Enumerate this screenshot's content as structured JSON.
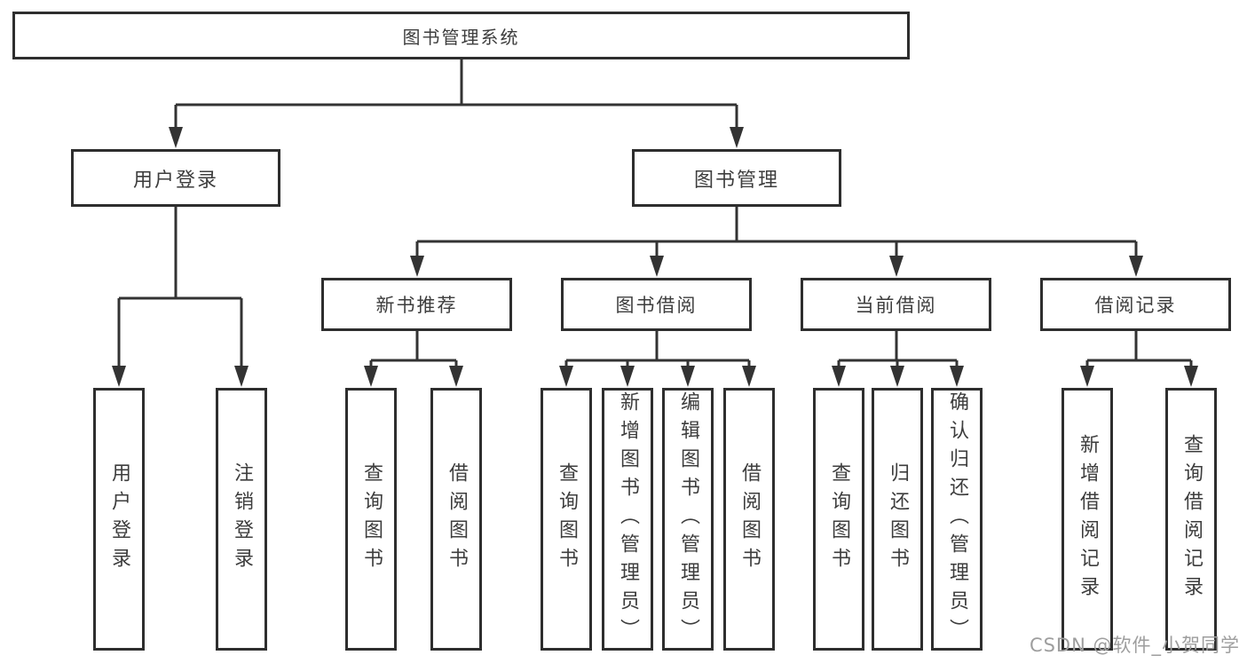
{
  "colors": {
    "line": "#333333",
    "box_border": "#2e2e2e",
    "text": "#3d3d3d",
    "watermark": "#9e9e9e",
    "background": "#ffffff"
  },
  "tree": {
    "root": {
      "label": "图书管理系统"
    },
    "branches": [
      {
        "label": "用户登录",
        "children": [
          {
            "label": "用户登录"
          },
          {
            "label": "注销登录"
          }
        ]
      },
      {
        "label": "图书管理",
        "groups": [
          {
            "label": "新书推荐",
            "children": [
              {
                "label": "查询图书"
              },
              {
                "label": "借阅图书"
              }
            ]
          },
          {
            "label": "图书借阅",
            "children": [
              {
                "label": "查询图书"
              },
              {
                "label": "新增图书（管理员）"
              },
              {
                "label": "编辑图书（管理员）"
              },
              {
                "label": "借阅图书"
              }
            ]
          },
          {
            "label": "当前借阅",
            "children": [
              {
                "label": "查询图书"
              },
              {
                "label": "归还图书"
              },
              {
                "label": "确认归还（管理员）"
              }
            ]
          },
          {
            "label": "借阅记录",
            "children": [
              {
                "label": "新增借阅记录"
              },
              {
                "label": "查询借阅记录"
              }
            ]
          }
        ]
      }
    ]
  },
  "watermark": {
    "text": "CSDN @软件_小贺同学"
  }
}
